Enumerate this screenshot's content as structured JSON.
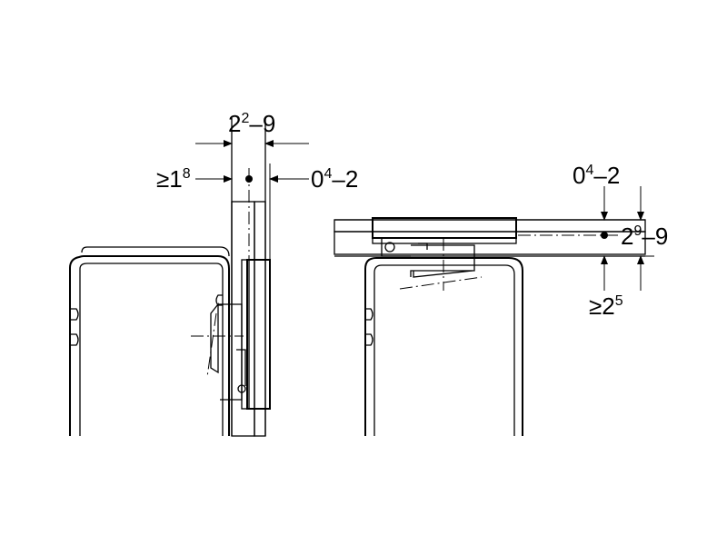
{
  "left_view": {
    "dim_total": {
      "base": "2",
      "sup": "2",
      "rest": "–9"
    },
    "dim_min": {
      "prefix": "≥1",
      "sup": "8"
    },
    "dim_offset": {
      "base": "0",
      "sup": "4",
      "rest": "–2"
    }
  },
  "right_view": {
    "dim_offset": {
      "base": "0",
      "sup": "4",
      "rest": "–2"
    },
    "dim_total": {
      "base": "2",
      "sup": "9",
      "rest": "–9"
    },
    "dim_min": {
      "prefix": "≥2",
      "sup": "5"
    }
  }
}
